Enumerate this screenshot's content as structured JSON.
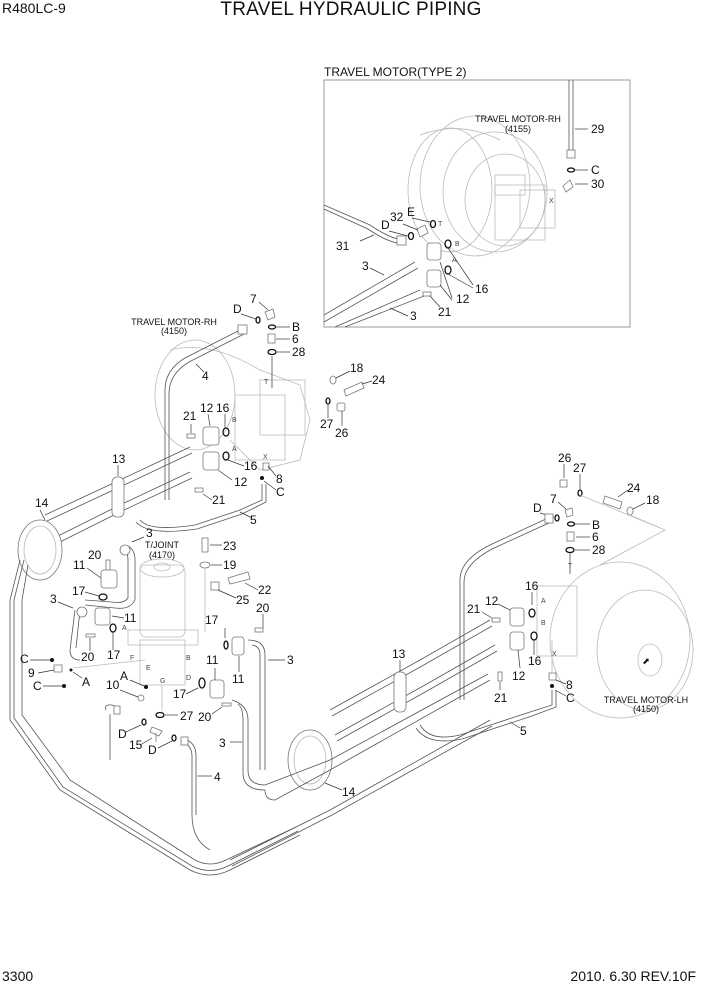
{
  "header": {
    "model": "R480LC-9",
    "title": "TRAVEL HYDRAULIC PIPING"
  },
  "footer": {
    "page_number": "3300",
    "revision": "2010. 6.30  REV.10F"
  },
  "inset": {
    "title": "TRAVEL MOTOR(TYPE 2)",
    "motor_label": "TRAVEL MOTOR-RH",
    "motor_code": "(4155)",
    "callouts": [
      "29",
      "C",
      "30",
      "E",
      "32",
      "D",
      "31",
      "3",
      "16",
      "12",
      "21",
      "3"
    ],
    "ports": [
      "T",
      "B",
      "A",
      "X"
    ]
  },
  "assemblies": {
    "motor_rh": {
      "label": "TRAVEL MOTOR-RH",
      "code": "(4150)"
    },
    "motor_lh": {
      "label": "TRAVEL MOTOR-LH",
      "code": "(4150)"
    },
    "turning_joint": {
      "label": "T/JOINT",
      "code": "(4170)"
    }
  },
  "callouts": {
    "rh": [
      "7",
      "D",
      "B",
      "6",
      "28",
      "4",
      "18",
      "24",
      "27",
      "26",
      "12",
      "16",
      "21",
      "16",
      "12",
      "8",
      "C",
      "21",
      "5",
      "13",
      "3"
    ],
    "tj": [
      "14",
      "3",
      "20",
      "11",
      "23",
      "19",
      "22",
      "25",
      "17",
      "3",
      "11",
      "20",
      "17",
      "11",
      "17",
      "20",
      "3",
      "C",
      "9",
      "A",
      "C",
      "A",
      "10",
      "11",
      "17",
      "27",
      "20",
      "D",
      "15",
      "D",
      "3",
      "4",
      "14"
    ],
    "lh": [
      "26",
      "27",
      "24",
      "18",
      "7",
      "D",
      "B",
      "6",
      "28",
      "16",
      "12",
      "21",
      "16",
      "12",
      "21",
      "8",
      "C",
      "13",
      "5"
    ],
    "tj_ports": [
      "A",
      "B",
      "D",
      "E",
      "F",
      "G"
    ]
  }
}
